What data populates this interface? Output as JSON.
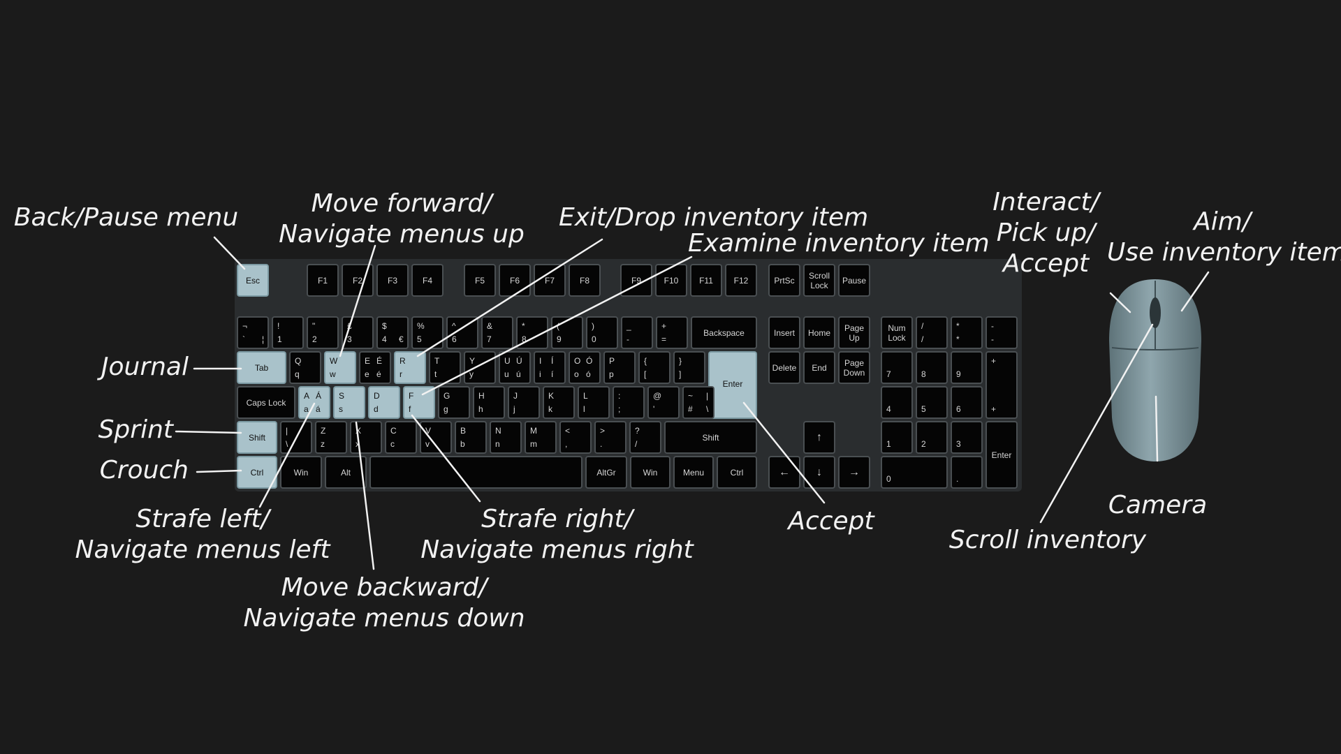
{
  "keys": {
    "esc": "Esc",
    "f1": "F1",
    "f2": "F2",
    "f3": "F3",
    "f4": "F4",
    "f5": "F5",
    "f6": "F6",
    "f7": "F7",
    "f8": "F8",
    "f9": "F9",
    "f10": "F10",
    "f11": "F11",
    "f12": "F12",
    "prtsc": "PrtSc",
    "scrolllock": "Scroll\nLock",
    "pause": "Pause",
    "backtick": {
      "t": "¬",
      "b": "`",
      "r": "¦"
    },
    "d1": {
      "t": "!",
      "b": "1"
    },
    "d2": {
      "t": "\"",
      "b": "2"
    },
    "d3": {
      "t": "£",
      "b": "3"
    },
    "d4": {
      "t": "$",
      "b": "4",
      "r": "€"
    },
    "d5": {
      "t": "%",
      "b": "5"
    },
    "d6": {
      "t": "^",
      "b": "6"
    },
    "d7": {
      "t": "&",
      "b": "7"
    },
    "d8": {
      "t": "*",
      "b": "8"
    },
    "d9": {
      "t": "(",
      "b": "9"
    },
    "d0": {
      "t": ")",
      "b": "0"
    },
    "minus": {
      "t": "_",
      "b": "-"
    },
    "equals": {
      "t": "+",
      "b": "="
    },
    "backspace": "Backspace",
    "insert": "Insert",
    "home": "Home",
    "pageup": "Page\nUp",
    "numlock": "Num\nLock",
    "numslash": {
      "t": "/",
      "b": "/"
    },
    "numstar": {
      "t": "*",
      "b": "*"
    },
    "numminus": {
      "t": "-",
      "b": "-"
    },
    "tab": "Tab",
    "q": {
      "t": "Q",
      "b": "q"
    },
    "w": {
      "t": "W",
      "b": "w"
    },
    "e": {
      "t": "E",
      "b": "e",
      "tr": "É",
      "br": "é"
    },
    "r": {
      "t": "R",
      "b": "r"
    },
    "t": {
      "t": "T",
      "b": "t"
    },
    "y": {
      "t": "Y",
      "b": "y"
    },
    "u": {
      "t": "U",
      "b": "u",
      "tr": "Ú",
      "br": "ú"
    },
    "i": {
      "t": "I",
      "b": "i",
      "tr": "Í",
      "br": "í"
    },
    "o": {
      "t": "O",
      "b": "o",
      "tr": "Ó",
      "br": "ó"
    },
    "p": {
      "t": "P",
      "b": "p"
    },
    "lbracket": {
      "t": "{",
      "b": "["
    },
    "rbracket": {
      "t": "}",
      "b": "]"
    },
    "enter": "Enter",
    "delete": "Delete",
    "end": "End",
    "pagedown": "Page\nDown",
    "n7": "7",
    "n8": "8",
    "n9": "9",
    "nplus_t": "+",
    "nplus_b": "+",
    "capslock": "Caps Lock",
    "a": {
      "t": "A",
      "b": "a",
      "tr": "Á",
      "br": "á"
    },
    "s": {
      "t": "S",
      "b": "s"
    },
    "d": {
      "t": "D",
      "b": "d"
    },
    "f": {
      "t": "F",
      "b": "f"
    },
    "g": {
      "t": "G",
      "b": "g"
    },
    "h": {
      "t": "H",
      "b": "h"
    },
    "j": {
      "t": "J",
      "b": "j"
    },
    "k": {
      "t": "K",
      "b": "k"
    },
    "l": {
      "t": "L",
      "b": "l"
    },
    "semicolon": {
      "t": ":",
      "b": ";"
    },
    "quote": {
      "t": "@",
      "b": "'"
    },
    "hash": {
      "t": "~",
      "b": "#",
      "tr": "|",
      "br": "\\"
    },
    "n4": "4",
    "n5": "5",
    "n6": "6",
    "lshift": "Shift",
    "backslash": {
      "t": "|",
      "b": "\\"
    },
    "z": {
      "t": "Z",
      "b": "z"
    },
    "x": {
      "t": "X",
      "b": "x"
    },
    "c": {
      "t": "C",
      "b": "c"
    },
    "v": {
      "t": "V",
      "b": "v"
    },
    "b": {
      "t": "B",
      "b": "b"
    },
    "n": {
      "t": "N",
      "b": "n"
    },
    "m": {
      "t": "M",
      "b": "m"
    },
    "comma": {
      "t": "<",
      "b": ","
    },
    "period": {
      "t": ">",
      "b": "."
    },
    "slash": {
      "t": "?",
      "b": "/"
    },
    "rshift": "Shift",
    "up": "↑",
    "n1": "1",
    "n2": "2",
    "n3": "3",
    "nenter": "Enter",
    "lctrl": "Ctrl",
    "lwin": "Win",
    "alt": "Alt",
    "altgr": "AltGr",
    "rwin": "Win",
    "menu": "Menu",
    "rctrl": "Ctrl",
    "left": "←",
    "down": "↓",
    "right": "→",
    "n0": "0",
    "ndot": "."
  },
  "labels": {
    "back_pause": "Back/Pause menu",
    "move_forward": "Move forward/\nNavigate menus up",
    "exit_drop": "Exit/Drop inventory item",
    "examine": "Examine inventory item",
    "interact": "Interact/\nPick up/\nAccept",
    "aim": "Aim/\nUse inventory item",
    "journal": "Journal",
    "sprint": "Sprint",
    "crouch": "Crouch",
    "strafe_left": "Strafe left/\nNavigate menus left",
    "strafe_right": "Strafe right/\nNavigate menus right",
    "move_backward": "Move backward/\nNavigate menus down",
    "accept": "Accept",
    "scroll_inventory": "Scroll inventory",
    "camera": "Camera"
  },
  "colors": {
    "background": "#1b1b1b",
    "key_highlight": "#a9c2ca",
    "key_dark": "#050505",
    "label_text": "#f2f2f2",
    "mouse_body": "#7f969d"
  },
  "icons": {
    "mouse": "mouse-icon"
  }
}
